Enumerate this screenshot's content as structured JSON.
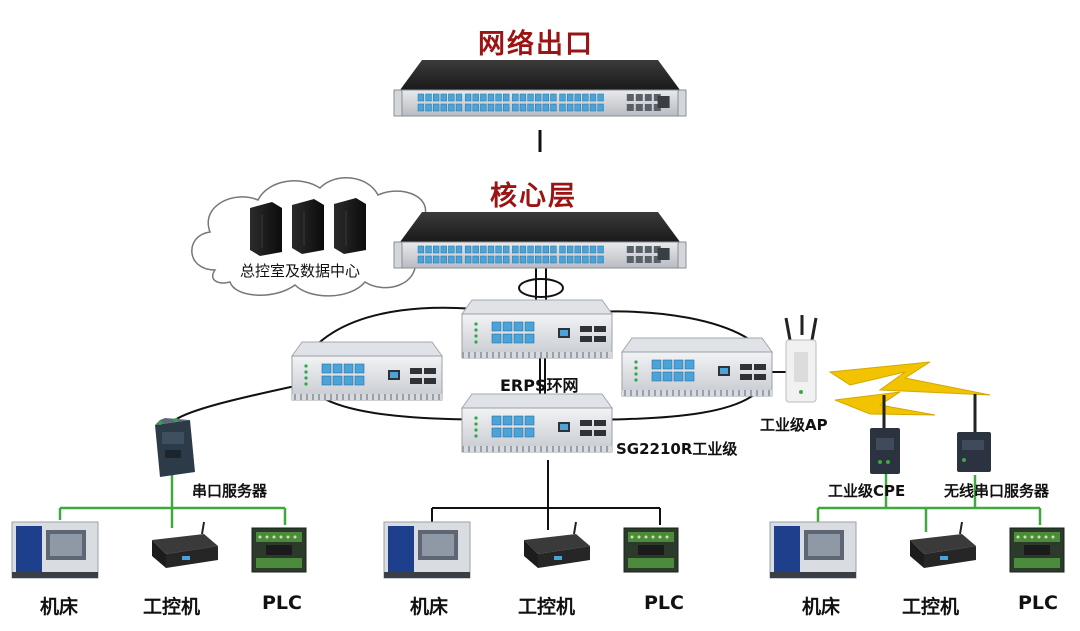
{
  "diagram": {
    "title_top": "网络出口",
    "title_core": "核心层",
    "cloud_label": "总控室及数据中心",
    "ring_label": "ERPS环网",
    "switch_model": "SG2210R工业级",
    "serial_server": "串口服务器",
    "ap_label": "工业级AP",
    "cpe_label": "工业级CPE",
    "wireless_serial": "无线串口服务器",
    "groups": [
      {
        "devices": [
          "机床",
          "工控机",
          "PLC"
        ]
      },
      {
        "devices": [
          "机床",
          "工控机",
          "PLC"
        ]
      },
      {
        "devices": [
          "机床",
          "工控机",
          "PLC"
        ]
      }
    ]
  },
  "colors": {
    "title_red": "#9b1414",
    "link_green": "#3fa83f",
    "link_black": "#111111",
    "ring_black": "#111111",
    "wireless_yellow": "#f2c300",
    "port_blue": "#4aa3d9"
  }
}
